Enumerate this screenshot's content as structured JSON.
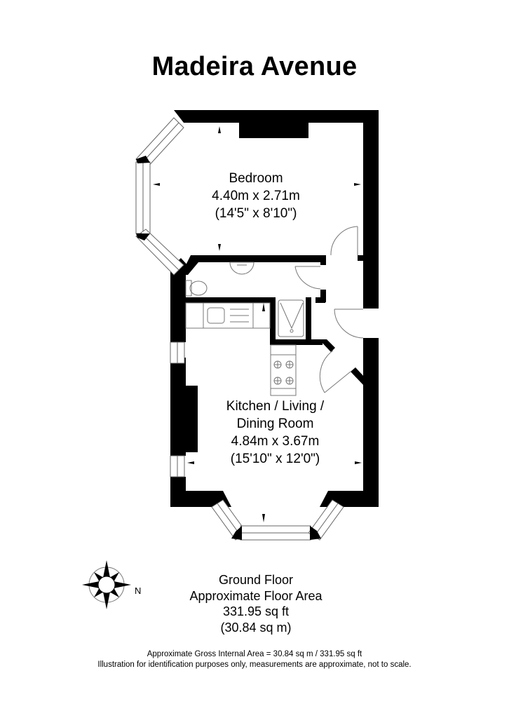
{
  "title": "Madeira Avenue",
  "rooms": [
    {
      "name": "Bedroom",
      "metric": "4.40m x 2.71m",
      "imperial": "(14'5\" x 8'10\")"
    },
    {
      "name_line1": "Kitchen / Living /",
      "name_line2": "Dining Room",
      "metric": "4.84m x 3.67m",
      "imperial": "(15'10\" x 12'0\")"
    }
  ],
  "floor_info": {
    "floor": "Ground Floor",
    "label": "Approximate Floor Area",
    "sq_ft": "331.95 sq ft",
    "sq_m": "(30.84 sq m)"
  },
  "compass": {
    "label": "N",
    "icon": "compass-rose-icon"
  },
  "footer": {
    "line1": "Approximate Gross Internal Area = 30.84 sq m / 331.95 sq ft",
    "line2": "Illustration for identification purposes only, measurements are approximate, not to scale."
  },
  "colors": {
    "wall": "#000000",
    "fixture_line": "#777777",
    "background": "#ffffff"
  }
}
